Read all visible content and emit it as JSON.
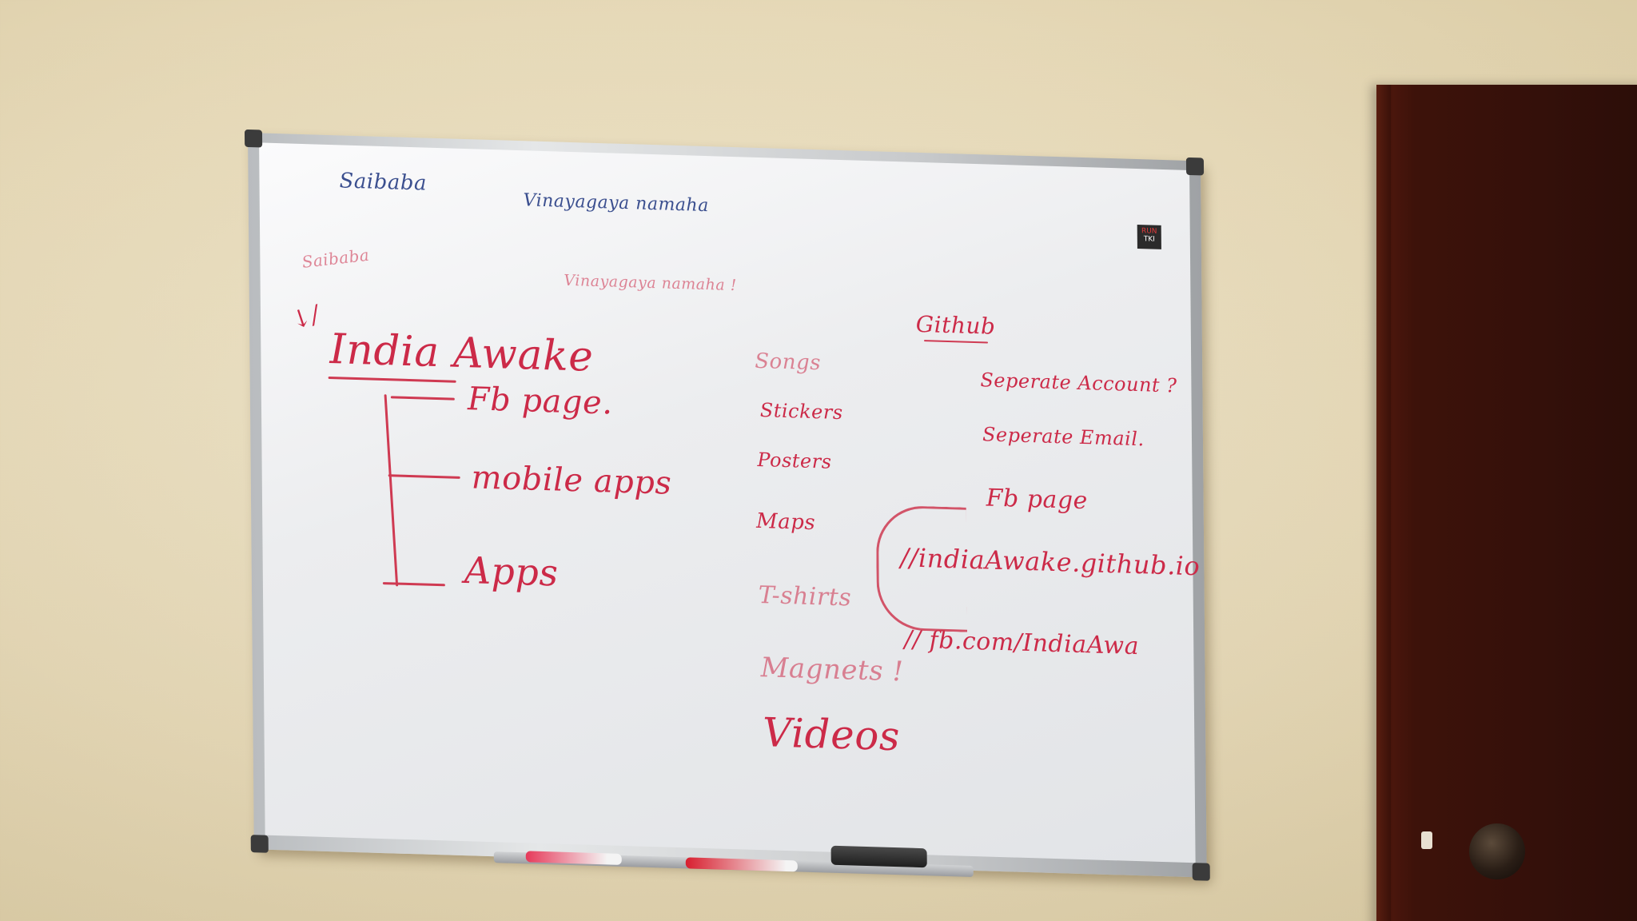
{
  "board": {
    "blue_top_left": "Saibaba",
    "blue_top_center": "Vinayagaya namaha",
    "red_top_left": "Saibaba",
    "red_top_center": "Vinayagaya namaha !",
    "arrow_mark": "↓/",
    "main_topic": "India Awake",
    "branch_1": "Fb page.",
    "branch_2": "mobile apps",
    "branch_3": "Apps",
    "middle_list": [
      "Songs",
      "Stickers",
      "Posters",
      "Maps",
      "T-shirts",
      "Magnets !",
      "Videos"
    ],
    "right_heading": "Github",
    "right_items": [
      "Seperate Account ?",
      "Seperate Email.",
      "Fb page"
    ],
    "right_links": [
      "//indiaAwake.github.io",
      "// fb.com/IndiaAwa"
    ],
    "logo_line_1": "RUN",
    "logo_line_2": "TKI"
  },
  "colors": {
    "marker_red": "#cc2a48",
    "marker_blue": "#3b4f8f",
    "door": "#3d120a",
    "wall": "#e6d9b8"
  }
}
